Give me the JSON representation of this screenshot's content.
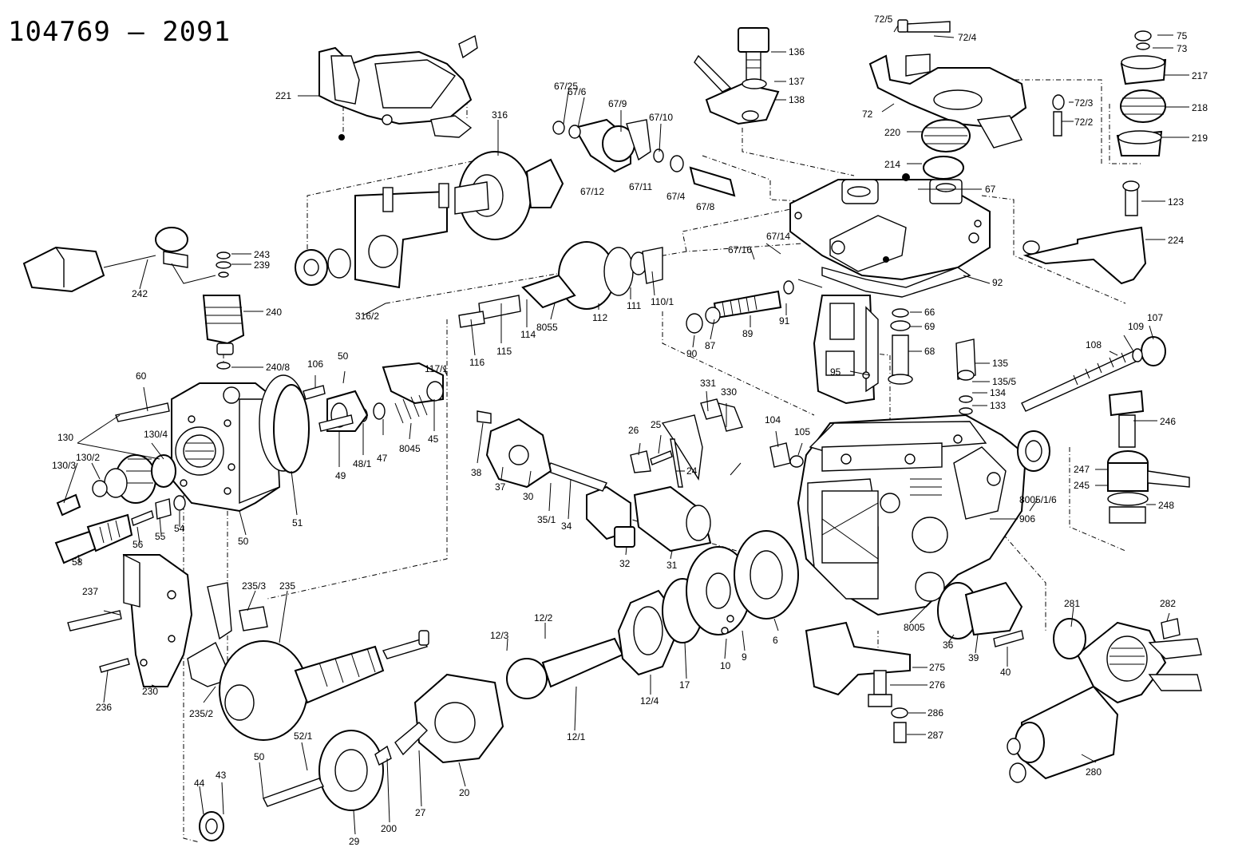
{
  "drawing_number": "104769 — 2091",
  "labels": {
    "l221": "221",
    "l316": "316",
    "l316_2": "316/2",
    "l242": "242",
    "l243": "243",
    "l239": "239",
    "l240": "240",
    "l240_8": "240/8",
    "l67_25": "67/25",
    "l67_6": "67/6",
    "l67_9": "67/9",
    "l67_10": "67/10",
    "l67_12": "67/12",
    "l67_11": "67/11",
    "l67_4": "67/4",
    "l67_8": "67/8",
    "l136": "136",
    "l137": "137",
    "l138": "138",
    "l72_5": "72/5",
    "l72_4": "72/4",
    "l72": "72",
    "l72_3": "72/3",
    "l72_2": "72/2",
    "l75": "75",
    "l73": "73",
    "l217": "217",
    "l218": "218",
    "l219": "219",
    "l220": "220",
    "l214": "214",
    "l67": "67",
    "l123": "123",
    "l224": "224",
    "l67_14": "67/14",
    "l67_16": "67/16",
    "l92": "92",
    "l66": "66",
    "l69": "69",
    "l68": "68",
    "l135": "135",
    "l135_5": "135/5",
    "l134": "134",
    "l133": "133",
    "l108": "108",
    "l109": "109",
    "l107": "107",
    "l246": "246",
    "l247": "247",
    "l245": "245",
    "l248": "248",
    "l95": "95",
    "l112": "112",
    "l111": "111",
    "l110_1": "110/1",
    "l8055": "8055",
    "l114": "114",
    "l115": "115",
    "l116": "116",
    "l117_1": "117/1",
    "l90": "90",
    "l87": "87",
    "l89": "89",
    "l91": "91",
    "l106": "106",
    "l50a": "50",
    "l60": "60",
    "l130": "130",
    "l130_4": "130/4",
    "l130_3": "130/3",
    "l130_2": "130/2",
    "l49": "49",
    "l48_1": "48/1",
    "l47": "47",
    "l8045": "8045",
    "l45": "45",
    "l51": "51",
    "l50b": "50",
    "l58": "58",
    "l56": "56",
    "l55": "55",
    "l54": "54",
    "l331": "331",
    "l330": "330",
    "l26": "26",
    "l25": "25",
    "l24": "24",
    "l104": "104",
    "l105": "105",
    "l38": "38",
    "l37": "37",
    "l30": "30",
    "l35_1": "35/1",
    "l34": "34",
    "l8005_1_6": "8005/1/6",
    "l906": "906",
    "l32": "32",
    "l31": "31",
    "l237": "237",
    "l235_3": "235/3",
    "l235": "235",
    "l236": "236",
    "l230": "230",
    "l235_2": "235/2",
    "l12_2": "12/2",
    "l12_3": "12/3",
    "l12_4": "12/4",
    "l12_1": "12/1",
    "l17": "17",
    "l10": "10",
    "l9": "9",
    "l6": "6",
    "l8005": "8005",
    "l36": "36",
    "l39": "39",
    "l40": "40",
    "l281": "281",
    "l282": "282",
    "l280": "280",
    "l275": "275",
    "l276": "276",
    "l286": "286",
    "l287": "287",
    "l52_1": "52/1",
    "l50c": "50",
    "l44": "44",
    "l43": "43",
    "l29": "29",
    "l200": "200",
    "l27": "27",
    "l20": "20"
  }
}
